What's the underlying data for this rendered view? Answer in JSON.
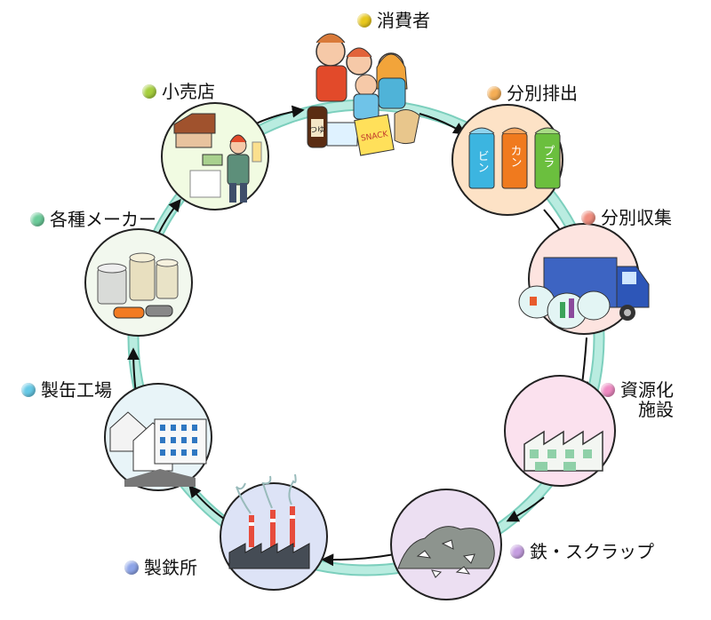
{
  "colors": {
    "ring": "#a8e6d8",
    "ring_edge": "#7ccfbd",
    "arrow": "#111111"
  },
  "nodes": [
    {
      "id": "consumer",
      "label": "消費者",
      "dot": "#e8c81c",
      "icon": "consumer-family-icon"
    },
    {
      "id": "sorting",
      "label": "分別排出",
      "dot": "#f5ae55",
      "icon": "sorting-bins-icon",
      "bins": [
        "ビン",
        "カン",
        "プラ"
      ]
    },
    {
      "id": "collect",
      "label": "分別収集",
      "dot": "#ef8d7e",
      "icon": "collection-truck-icon"
    },
    {
      "id": "resource",
      "label_lines": [
        "資源化",
        "施設"
      ],
      "dot": "#ee8ac2",
      "icon": "recycling-facility-icon"
    },
    {
      "id": "scrap",
      "label": "鉄・スクラップ",
      "dot": "#c59ee0",
      "icon": "scrap-metal-icon"
    },
    {
      "id": "steel",
      "label": "製鉄所",
      "dot": "#8da4e8",
      "icon": "steel-mill-icon"
    },
    {
      "id": "canfactory",
      "label": "製缶工場",
      "dot": "#66c9e6",
      "icon": "can-factory-icon"
    },
    {
      "id": "maker",
      "label": "各種メーカー",
      "dot": "#6ccc9a",
      "icon": "products-cans-icon"
    },
    {
      "id": "retail",
      "label": "小売店",
      "dot": "#a6cf3d",
      "icon": "retail-store-icon"
    }
  ],
  "snack_label": "SNACK",
  "bottle_label": "つゆ"
}
